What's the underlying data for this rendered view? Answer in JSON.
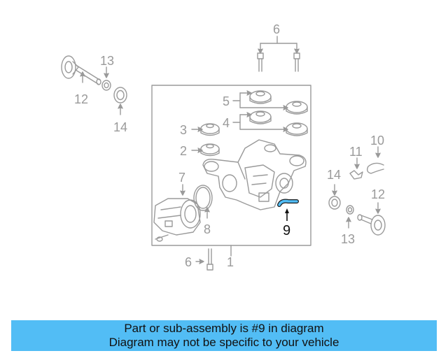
{
  "diagram": {
    "callouts": {
      "n1": "1",
      "n2": "2",
      "n3": "3",
      "n4": "4",
      "n5": "5",
      "n6_top": "6",
      "n6_bottom": "6",
      "n7": "7",
      "n8": "8",
      "n9": "9",
      "n10": "10",
      "n11": "11",
      "n12_left": "12",
      "n12_right": "12",
      "n13_left": "13",
      "n13_right": "13",
      "n14_left": "14",
      "n14_right": "14"
    },
    "highlight_color": "#52bdf5"
  },
  "banner": {
    "line1": "Part or sub-assembly is #9 in diagram",
    "line2": "Diagram may not be specific to your vehicle"
  }
}
